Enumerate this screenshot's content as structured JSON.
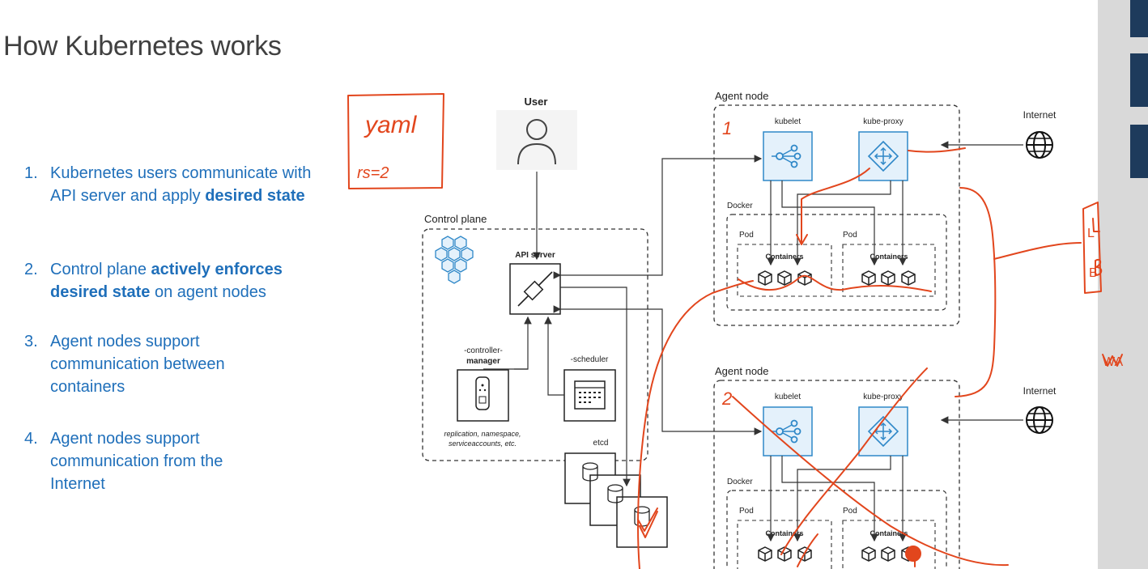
{
  "slide": {
    "title": "How Kubernetes works",
    "bullets": [
      {
        "num": "1.",
        "parts": [
          {
            "t": "Kubernetes users communicate with API server and apply "
          },
          {
            "t": "desired state",
            "b": true
          }
        ]
      },
      {
        "num": "2.",
        "parts": [
          {
            "t": "Control plane "
          },
          {
            "t": "actively enforces desired state",
            "b": true
          },
          {
            "t": " on agent nodes"
          }
        ]
      },
      {
        "num": "3.",
        "parts": [
          {
            "t": "Agent nodes support communication between containers"
          }
        ]
      },
      {
        "num": "4.",
        "parts": [
          {
            "t": "Agent nodes support communication from the Internet"
          }
        ]
      }
    ]
  },
  "diagram": {
    "user_label": "User",
    "control_plane_label": "Control plane",
    "api_server_label": "API server",
    "controller_manager_label_line1": "-controller-",
    "controller_manager_label_line2": "manager",
    "scheduler_label": "-scheduler",
    "controller_note_line1": "replication, namespace,",
    "controller_note_line2": "serviceaccounts, etc.",
    "etcd_label": "etcd",
    "agent_node_label": "Agent node",
    "kubelet_label": "kubelet",
    "kube_proxy_label": "kube-proxy",
    "docker_label": "Docker",
    "pod_label": "Pod",
    "containers_label": "Containers",
    "internet_label": "Internet"
  },
  "annotations": {
    "yaml_text": "yaml",
    "rs_text": "rs=2",
    "node1_number": "1",
    "node2_number": "2",
    "lb_text_l": "L",
    "lb_text_b": "B",
    "wan_text": "WA"
  },
  "colors": {
    "annotation": "#e2461d",
    "accent_blue": "#1f6fba",
    "icon_fill": "#e4f1fb",
    "icon_stroke": "#2f88c8"
  }
}
